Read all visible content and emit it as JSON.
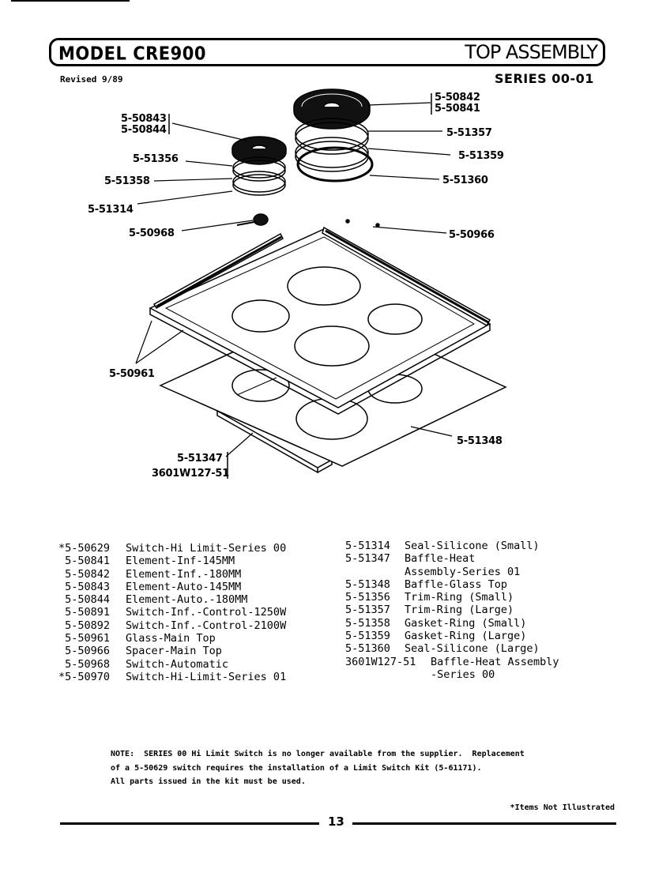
{
  "header": {
    "model": "MODEL CRE900",
    "section": "TOP ASSEMBLY",
    "revised": "Revised 9/89",
    "series": "SERIES 00-01"
  },
  "callouts": {
    "c_50842": "5-50842",
    "c_50841": "5-50841",
    "c_50843": "5-50843",
    "c_50844": "5-50844",
    "c_51357": "5-51357",
    "c_51356": "5-51356",
    "c_51359": "5-51359",
    "c_51358": "5-51358",
    "c_51360": "5-51360",
    "c_51314": "5-51314",
    "c_50968": "5-50968",
    "c_50966": "5-50966",
    "c_50961": "5-50961",
    "c_51348": "5-51348",
    "c_51347": "5-51347",
    "c_3601": "3601W127-51"
  },
  "parts_left": [
    {
      "num": "*5-50629",
      "desc": "Switch-Hi Limit-Series 00"
    },
    {
      "num": " 5-50841",
      "desc": "Element-Inf-145MM"
    },
    {
      "num": " 5-50842",
      "desc": "Element-Inf.-180MM"
    },
    {
      "num": " 5-50843",
      "desc": "Element-Auto-145MM"
    },
    {
      "num": " 5-50844",
      "desc": "Element-Auto.-180MM"
    },
    {
      "num": " 5-50891",
      "desc": "Switch-Inf.-Control-1250W"
    },
    {
      "num": " 5-50892",
      "desc": "Switch-Inf.-Control-2100W"
    },
    {
      "num": " 5-50961",
      "desc": "Glass-Main Top"
    },
    {
      "num": " 5-50966",
      "desc": "Spacer-Main Top"
    },
    {
      "num": " 5-50968",
      "desc": "Switch-Automatic"
    },
    {
      "num": "*5-50970",
      "desc": "Switch-Hi-Limit-Series 01"
    }
  ],
  "parts_right": [
    {
      "num": "5-51314",
      "desc": "Seal-Silicone (Small)"
    },
    {
      "num": "5-51347",
      "desc": "Baffle-Heat"
    },
    {
      "num": "",
      "desc": "Assembly-Series 01"
    },
    {
      "num": "5-51348",
      "desc": "Baffle-Glass Top"
    },
    {
      "num": "5-51356",
      "desc": "Trim-Ring (Small)"
    },
    {
      "num": "5-51357",
      "desc": "Trim-Ring (Large)"
    },
    {
      "num": "5-51358",
      "desc": "Gasket-Ring (Small)"
    },
    {
      "num": "5-51359",
      "desc": "Gasket-Ring (Large)"
    },
    {
      "num": "5-51360",
      "desc": "Seal-Silicone (Large)"
    }
  ],
  "parts_right_extra": {
    "num": "3601W127-51",
    "desc": "Baffle-Heat Assembly",
    "desc2": "-Series 00"
  },
  "note": {
    "line1": "NOTE:  SERIES 00 Hi Limit Switch is no longer available from the supplier.  Replacement",
    "line2": "of a 5-50629 switch requires the installation of a Limit Switch Kit (5-61171).",
    "line3": "All parts issued in the kit must be used."
  },
  "not_illustrated": "*Items Not Illustrated",
  "page_number": "13"
}
